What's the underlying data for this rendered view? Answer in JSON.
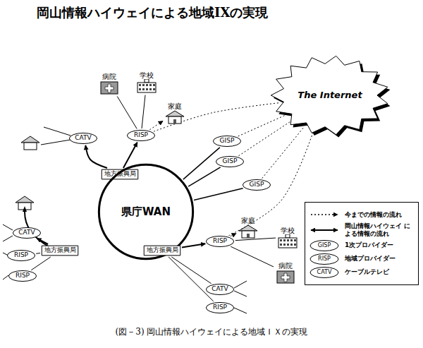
{
  "diagram": {
    "title": "岡山情報ハイウェイによる地域IXの実現",
    "caption": "(図－3) 岡山情報ハイウェイによる地域ＩＸの実現",
    "nodes": [
      {
        "text": [
          "病院"
        ]
      },
      {
        "text": [
          "学校"
        ]
      },
      {
        "text": [
          "家庭"
        ]
      },
      {
        "text": [
          "RISP"
        ]
      },
      {
        "text": [
          "The Internet"
        ]
      },
      {
        "text": [
          "CATV"
        ]
      },
      {
        "text": [
          "地方振興局"
        ]
      },
      {
        "text": [
          "GISP"
        ]
      },
      {
        "text": [
          "GISP"
        ]
      },
      {
        "text": [
          "県庁WAN"
        ]
      },
      {
        "text": [
          "GISP"
        ]
      },
      {
        "text": [
          "CATV"
        ]
      },
      {
        "text": [
          "家庭"
        ]
      },
      {
        "text": [
          "学校"
        ]
      },
      {
        "text": [
          "RISP"
        ]
      },
      {
        "text": [
          "RISP"
        ]
      },
      {
        "text": [
          "地方振興局"
        ]
      },
      {
        "text": [
          "地方振興局"
        ]
      },
      {
        "text": [
          "病院"
        ]
      },
      {
        "text": [
          "RISP"
        ]
      },
      {
        "text": [
          "CATV"
        ]
      },
      {
        "text": [
          "RISP"
        ]
      }
    ],
    "edges": [
      {
        "from": 3,
        "to": 2,
        "arrow": "to"
      },
      {
        "from": 3,
        "to": 0,
        "arrow": "none"
      },
      {
        "from": 3,
        "to": 1,
        "arrow": "none"
      },
      {
        "from": 3,
        "to": 4,
        "arrow": "none"
      },
      {
        "from": 6,
        "to": 3,
        "arrow": "to"
      },
      {
        "from": 6,
        "to": 5,
        "arrow": "to"
      },
      {
        "from": 9,
        "to": 7,
        "arrow": "none"
      },
      {
        "from": 9,
        "to": 8,
        "arrow": "none"
      },
      {
        "from": 9,
        "to": 10,
        "arrow": "none"
      },
      {
        "from": 7,
        "to": 4,
        "arrow": "none"
      },
      {
        "from": 8,
        "to": 4,
        "arrow": "none"
      },
      {
        "from": 10,
        "to": 4,
        "arrow": "none"
      },
      {
        "from": 14,
        "to": 4,
        "arrow": "none"
      },
      {
        "from": 14,
        "to": 12,
        "arrow": "to"
      },
      {
        "from": 14,
        "to": 13,
        "arrow": "none"
      },
      {
        "from": 14,
        "to": 18,
        "arrow": "none"
      },
      {
        "from": 17,
        "to": 14,
        "arrow": "to"
      },
      {
        "from": 17,
        "to": 20,
        "arrow": "none"
      },
      {
        "from": 17,
        "to": 21,
        "arrow": "none"
      },
      {
        "from": 16,
        "to": 11,
        "arrow": "to"
      },
      {
        "from": 16,
        "to": 15,
        "arrow": "none"
      },
      {
        "from": 16,
        "to": 19,
        "arrow": "none"
      }
    ],
    "labels": [
      "GISP",
      "RISP",
      "CATV"
    ],
    "legend": [
      {
        "text": "今までの情報の流れ"
      },
      {
        "text": "岡山情報ハイウェイ による情報の流れ"
      },
      {
        "text": "1次プロバイダー"
      },
      {
        "text": "地域プロバイダー"
      },
      {
        "text": "ケーブルテレビ"
      }
    ]
  }
}
